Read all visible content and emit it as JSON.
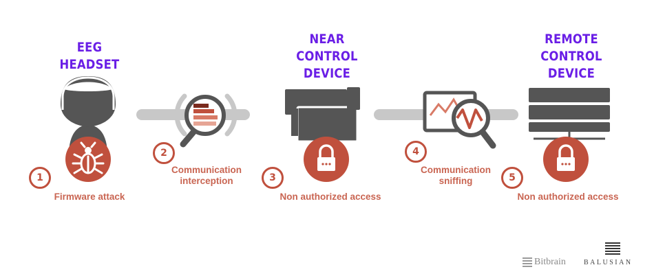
{
  "titles": {
    "eeg_line1": "EEG HEADSET",
    "near_line1": "NEAR CONTROL",
    "near_line2": "DEVICE",
    "remote_line1": "REMOTE CONTROL",
    "remote_line2": "DEVICE"
  },
  "steps": [
    {
      "number": "1",
      "label": "Firmware attack"
    },
    {
      "number": "2",
      "label_line1": "Communication",
      "label_line2": "interception"
    },
    {
      "number": "3",
      "label": "Non authorized access"
    },
    {
      "number": "4",
      "label_line1": "Communication",
      "label_line2": "sniffing"
    },
    {
      "number": "5",
      "label": "Non authorized access"
    }
  ],
  "brands": {
    "bitbrain": "Bitbrain",
    "balusian": "BALUSIAN"
  },
  "colors": {
    "title": "#6a1ee6",
    "accent": "#c0503d",
    "label": "#c96552",
    "device_gray": "#555555",
    "connector_gray": "#c8c8c8"
  }
}
